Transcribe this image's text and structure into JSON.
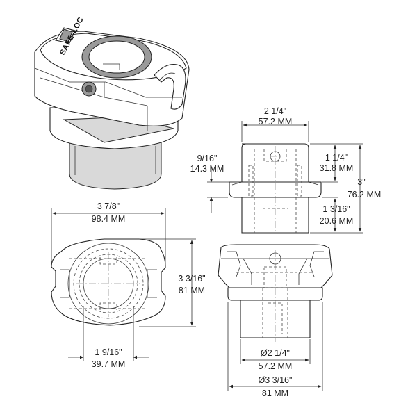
{
  "brand_text": "SAFE-LOC",
  "front_view": {
    "top_width": {
      "inch": "2 1/4\"",
      "mm": "57.2 MM"
    },
    "flange": {
      "inch": "9/16\"",
      "mm": "14.3 MM"
    },
    "upper_height": {
      "inch": "1 1/4\"",
      "mm": "31.8 MM"
    },
    "total_height": {
      "inch": "3\"",
      "mm": "76.2 MM"
    },
    "lower_height": {
      "inch": "1 3/16\"",
      "mm": "20.6 MM"
    }
  },
  "top_view": {
    "overall_width": {
      "inch": "3 7/8\"",
      "mm": "98.4 MM"
    },
    "overall_depth": {
      "inch": "3 3/16\"",
      "mm": "81 MM"
    },
    "bore": {
      "inch": "1 9/16\"",
      "mm": "39.7 MM"
    }
  },
  "side_view": {
    "shank_diameter": {
      "inch": "Ø2 1/4\"",
      "mm": "57.2 MM"
    },
    "flange_diameter": {
      "inch": "Ø3 3/16\"",
      "mm": "81 MM"
    }
  }
}
